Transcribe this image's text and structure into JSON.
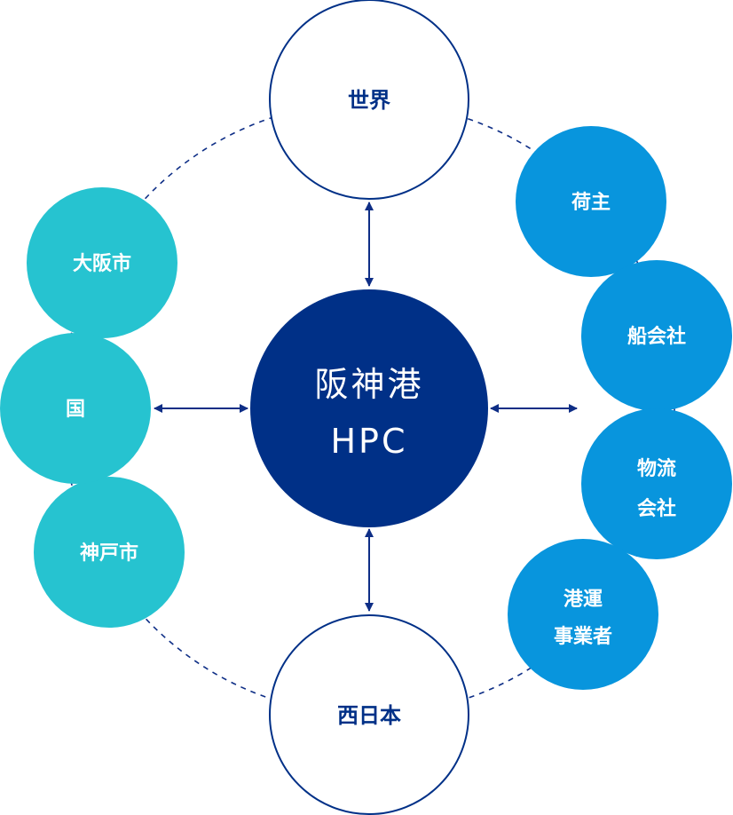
{
  "center": {
    "line1": "阪神港",
    "line2": "HPC"
  },
  "top": {
    "label": "世界"
  },
  "bottom": {
    "label": "西日本"
  },
  "left": {
    "osaka": "大阪市",
    "kuni": "国",
    "kobe": "神戸市"
  },
  "right": {
    "ninushi": "荷主",
    "funegaisha": "船会社",
    "butsuryu": {
      "line1": "物流",
      "line2": "会社"
    },
    "kowan": {
      "line1": "港運",
      "line2": "事業者"
    }
  },
  "colors": {
    "navy": "#003087",
    "teal": "#26C3D0",
    "blue": "#0895DD",
    "arrow": "#0E2E86"
  }
}
